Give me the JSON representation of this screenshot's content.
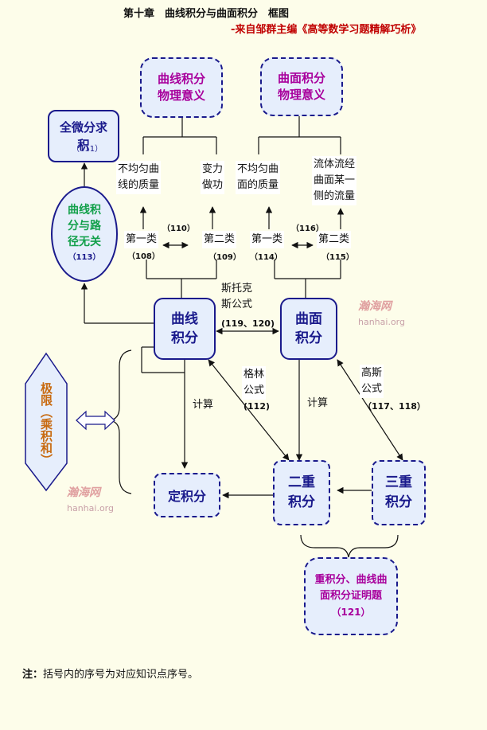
{
  "header": {
    "title": "第十章　曲线积分与曲面积分　框图",
    "subtitle": "-来自邹群主编《高等数学习题精解巧析》"
  },
  "nodes": {
    "line_phys": "曲线积分\n物理意义",
    "surf_phys": "曲面积分\n物理意义",
    "total_diff": "全微分求积",
    "total_diff_num": "（111）",
    "path_indep": "曲线积分与路径无关",
    "path_indep_num": "（113）",
    "line_int": "曲线\n积分",
    "surf_int": "曲面\n积分",
    "limit": "极限（乘积和）",
    "def_int": "定积分",
    "double_int": "二重\n积分",
    "triple_int": "三重\n积分",
    "proof": "重积分、曲线曲面积分证明题",
    "proof_num": "（121）"
  },
  "labels": {
    "mass_curve": "不均匀曲\n线的质量",
    "work": "变力\n做功",
    "mass_surface": "不均匀曲\n面的质量",
    "flux": "流体流经\n曲面某一\n侧的流量",
    "first_kind_1": "第一类",
    "second_kind_1": "第二类",
    "first_kind_2": "第一类",
    "second_kind_2": "第二类",
    "n108": "（108）",
    "n109": "（109）",
    "n110": "（110）",
    "n114": "（114）",
    "n115": "（115）",
    "n116": "（116）",
    "stokes": "斯托克\n斯公式",
    "stokes_num": "(119、120)",
    "green": "格林\n公式",
    "green_num": "(112)",
    "gauss": "高斯\n公式",
    "gauss_num": "（117、118）",
    "compute_1": "计算",
    "compute_2": "计算"
  },
  "watermarks": {
    "cn": "瀚海网",
    "url": "hanhai.org"
  },
  "footer": {
    "note_bold": "注：",
    "note": "括号内的序号为对应知识点序号。"
  },
  "colors": {
    "node_fill": "#e6eefc",
    "dark_blue": "#1a1a8c",
    "purple": "#a8009c",
    "green": "#13a04b",
    "orange": "#c86a10",
    "red": "#c00000"
  }
}
